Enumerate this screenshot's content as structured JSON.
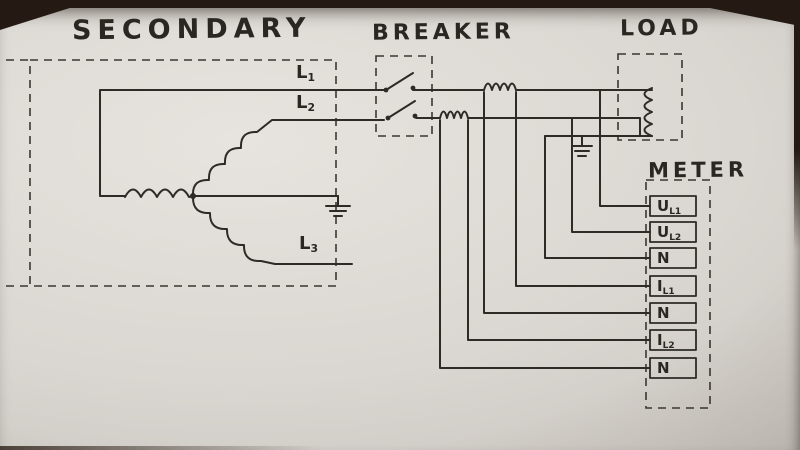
{
  "titles": {
    "secondary": "SECONDARY",
    "breaker": "BREAKER",
    "load": "LOAD",
    "meter": "METER"
  },
  "labels": {
    "l1": {
      "main": "L",
      "sub": "1"
    },
    "l2": {
      "main": "L",
      "sub": "2"
    },
    "l3": {
      "main": "L",
      "sub": "3"
    }
  },
  "meter": {
    "terminals": [
      {
        "main": "U",
        "sub": "L1"
      },
      {
        "main": "U",
        "sub": "L2"
      },
      {
        "main": "N",
        "sub": ""
      },
      {
        "main": "I",
        "sub": "L1"
      },
      {
        "main": "N",
        "sub": ""
      },
      {
        "main": "I",
        "sub": "L2"
      },
      {
        "main": "N",
        "sub": ""
      }
    ]
  },
  "colors": {
    "ink": "#2e2b27",
    "paper_light": "#e7e4df",
    "paper_dark": "#b8b2ac",
    "table": "#241a13"
  }
}
